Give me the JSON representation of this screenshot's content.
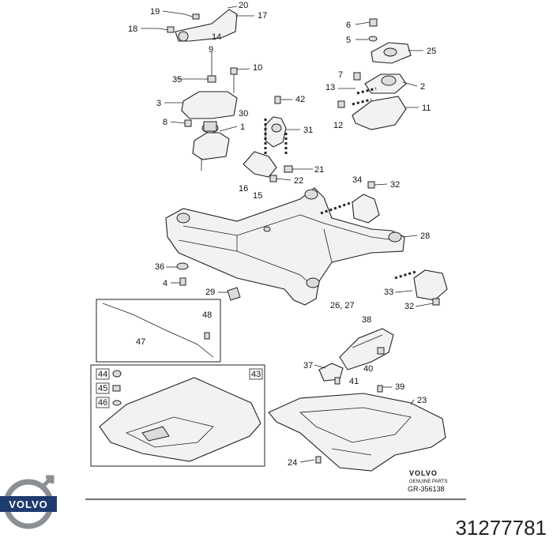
{
  "diagram": {
    "callouts": [
      {
        "id": "c19",
        "text": "19"
      },
      {
        "id": "c20",
        "text": "20"
      },
      {
        "id": "c17",
        "text": "17"
      },
      {
        "id": "c18",
        "text": "18"
      },
      {
        "id": "c14",
        "text": "14"
      },
      {
        "id": "c9",
        "text": "9"
      },
      {
        "id": "c10",
        "text": "10"
      },
      {
        "id": "c35",
        "text": "35"
      },
      {
        "id": "c3",
        "text": "3"
      },
      {
        "id": "c8",
        "text": "8"
      },
      {
        "id": "c1",
        "text": "1"
      },
      {
        "id": "c30",
        "text": "30"
      },
      {
        "id": "c42",
        "text": "42"
      },
      {
        "id": "c31",
        "text": "31"
      },
      {
        "id": "c21",
        "text": "21"
      },
      {
        "id": "c16",
        "text": "16"
      },
      {
        "id": "c22",
        "text": "22"
      },
      {
        "id": "c15",
        "text": "15"
      },
      {
        "id": "c6",
        "text": "6"
      },
      {
        "id": "c5",
        "text": "5"
      },
      {
        "id": "c25",
        "text": "25"
      },
      {
        "id": "c7",
        "text": "7"
      },
      {
        "id": "c13",
        "text": "13"
      },
      {
        "id": "c2",
        "text": "2"
      },
      {
        "id": "c11",
        "text": "11"
      },
      {
        "id": "c12",
        "text": "12"
      },
      {
        "id": "c34",
        "text": "34"
      },
      {
        "id": "c32a",
        "text": "32"
      },
      {
        "id": "c28",
        "text": "28"
      },
      {
        "id": "c36",
        "text": "36"
      },
      {
        "id": "c4",
        "text": "4"
      },
      {
        "id": "c29",
        "text": "29"
      },
      {
        "id": "c2627",
        "text": "26, 27"
      },
      {
        "id": "c33",
        "text": "33"
      },
      {
        "id": "c32b",
        "text": "32"
      },
      {
        "id": "c48",
        "text": "48"
      },
      {
        "id": "c47",
        "text": "47"
      },
      {
        "id": "c38",
        "text": "38"
      },
      {
        "id": "c37",
        "text": "37"
      },
      {
        "id": "c40",
        "text": "40"
      },
      {
        "id": "c41",
        "text": "41"
      },
      {
        "id": "c39",
        "text": "39"
      },
      {
        "id": "c23",
        "text": "23"
      },
      {
        "id": "c24",
        "text": "24"
      }
    ],
    "box_labels": {
      "b44": "44",
      "b45": "45",
      "b46": "46",
      "b43": "43"
    },
    "brand_small": "VOLVO",
    "genuine_parts": "GENUINE PARTS",
    "drawing_number": "GR-356138"
  },
  "footer": {
    "logo_text": "VOLVO",
    "part_number": "31277781"
  },
  "colors": {
    "line": "#222222",
    "part_fill": "#f2f2f2",
    "logo_blue": "#1f3a6e",
    "logo_ring": "#8a8f96"
  }
}
